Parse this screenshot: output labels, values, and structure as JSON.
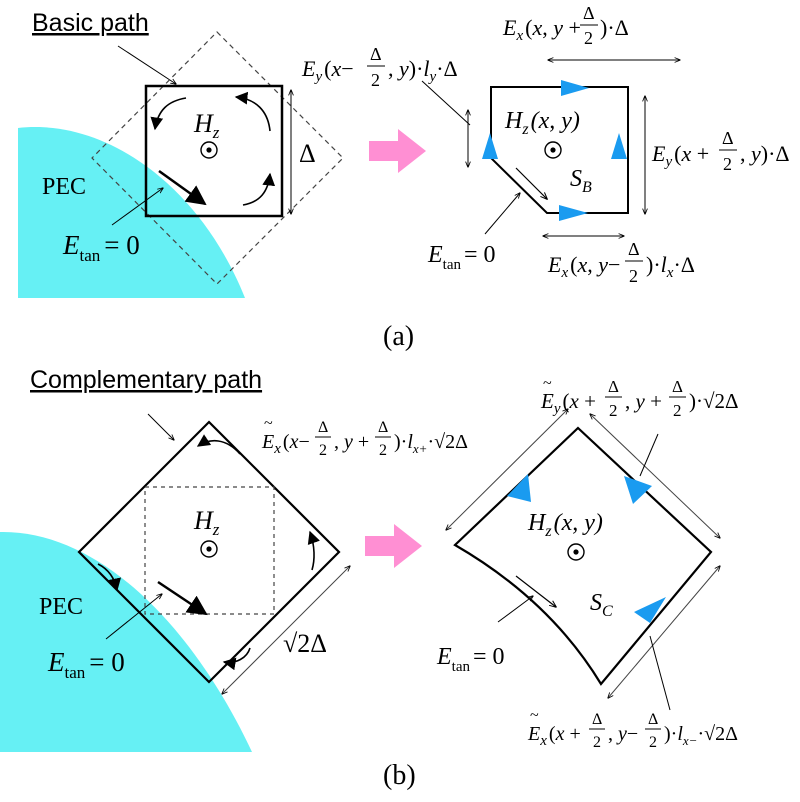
{
  "colors": {
    "pec_fill": "#66f0f4",
    "arrow_blue": "#1a9bf0",
    "transition_arrow": "#ff8fd3",
    "line": "#000000",
    "dash": "#444444"
  },
  "panel_a": {
    "heading": "Basic path",
    "pec_label": "PEC",
    "etan": {
      "main": "E",
      "sub": "tan",
      "rest": "= 0"
    },
    "hz_symbol": {
      "main": "H",
      "sub": "z"
    },
    "delta": "Δ",
    "hz_xy": {
      "main": "H",
      "sub": "z",
      "rest": "(x, y)"
    },
    "area_label": {
      "main": "S",
      "sub": "B"
    },
    "etan_right": {
      "main": "E",
      "sub": "tan",
      "rest": "= 0"
    },
    "caption": "(a)"
  },
  "panel_b": {
    "heading": "Complementary path",
    "pec_label": "PEC",
    "etan": {
      "main": "E",
      "sub": "tan",
      "rest": "= 0"
    },
    "hz_symbol": {
      "main": "H",
      "sub": "z"
    },
    "sqrt2delta": "√2Δ",
    "hz_xy": {
      "main": "H",
      "sub": "z",
      "rest": "(x, y)"
    },
    "area_label": {
      "main": "S",
      "sub": "C"
    },
    "etan_right": {
      "main": "E",
      "sub": "tan",
      "rest": "= 0"
    },
    "caption": "(b)"
  }
}
